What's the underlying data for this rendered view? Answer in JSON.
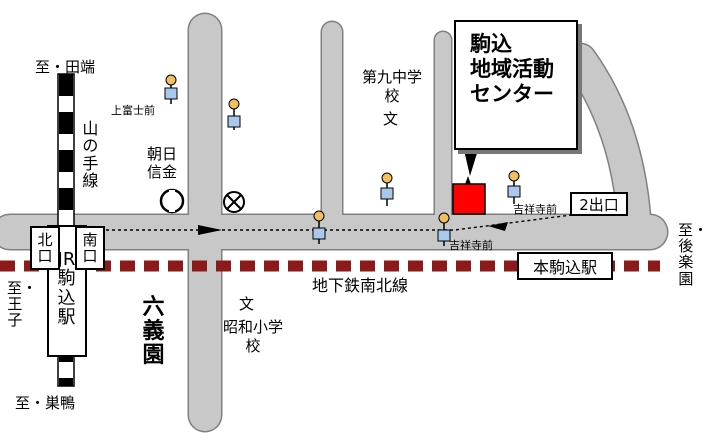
{
  "map": {
    "colors": {
      "road": "#c8c8c8",
      "road_edge": "#808080",
      "subway": "#8b1a1a",
      "center": "#ff0000"
    },
    "callout": {
      "line1": "駒込",
      "line2": "地域活動",
      "line3": "センター"
    },
    "directions": {
      "tabata": "至・田端",
      "ouji": "至・王子",
      "sugamo": "至・巣鴨",
      "korakuen": "至・後楽園"
    },
    "rail": {
      "line_name": "山の手線",
      "station": "JR駒込駅",
      "north_exit": "北口",
      "south_exit": "南口"
    },
    "landmarks": {
      "asahi_bank": "朝日信金",
      "junior_high": "第九中学校",
      "elementary": "昭和小学校",
      "rikugien": "六義園",
      "school_symbol": "文"
    },
    "bus_stops": {
      "kamifujimae": "上富士前",
      "kichijoji_mae_1": "吉祥寺前",
      "kichijoji_mae_2": "吉祥寺前"
    },
    "subway": {
      "line_name": "地下鉄南北線",
      "station": "本駒込駅",
      "exit": "2出口"
    },
    "symbols": {
      "bank": "bank-icon",
      "police": "police-box-icon",
      "bus": "bus-stop-icon"
    }
  }
}
